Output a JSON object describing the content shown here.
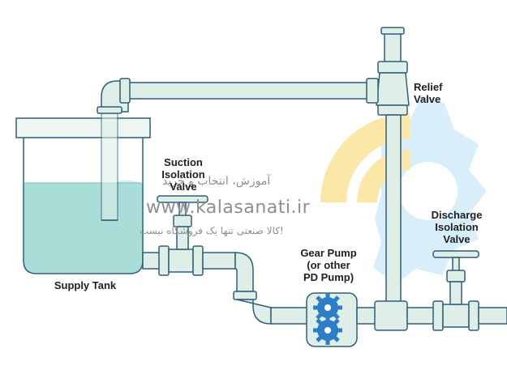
{
  "labels": {
    "supply_tank": "Supply Tank",
    "suction_valve": [
      "Suction",
      "Isolation",
      "Valve"
    ],
    "relief_valve": [
      "Relief",
      "Valve"
    ],
    "gear_pump": [
      "Gear Pump",
      "(or other",
      "PD Pump)"
    ],
    "discharge_valve": [
      "Discharge",
      "Isolation",
      "Valve"
    ]
  },
  "watermark": {
    "line1": "آموزش، انتخاب و خرید",
    "url": "www.kalasanati.ir",
    "line3": "کالا صنعتی تنها یک فروشگاه نیست!"
  },
  "colors": {
    "pipe_fill": "#dfeee6",
    "pipe_stroke": "#2f5e7c",
    "water": "#a8ddd8",
    "logo_blue": "#d9eefb",
    "logo_gold": "#fbe7a8",
    "pump_gear": "#2c7fc6"
  }
}
